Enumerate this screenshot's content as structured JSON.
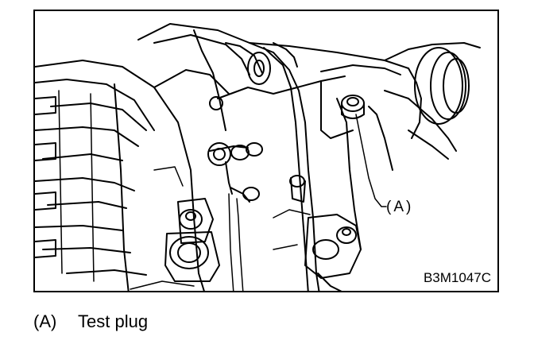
{
  "figure": {
    "code": "B3M1047C",
    "callout_label": "(A)"
  },
  "caption": {
    "key": "(A)",
    "text": "Test plug"
  }
}
